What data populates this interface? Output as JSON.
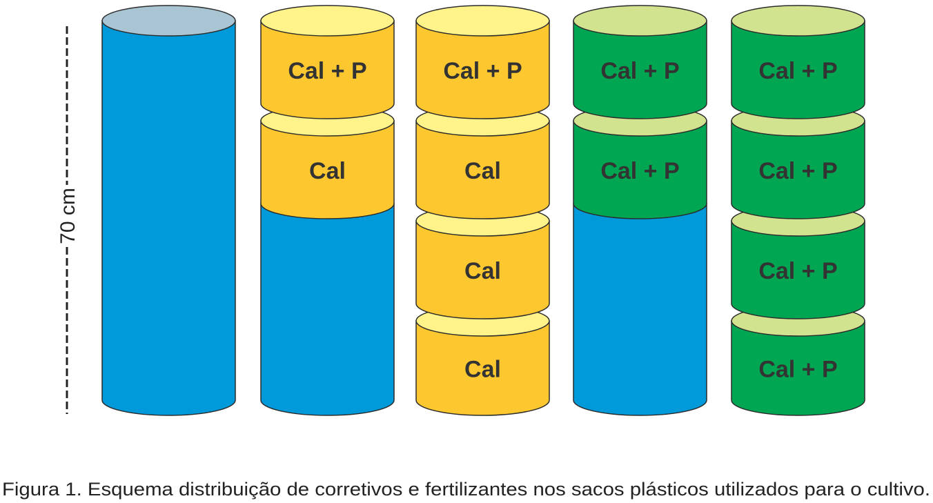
{
  "colors": {
    "blue": "#0099da",
    "blue_top": "#a9c4d3",
    "yellow": "#fdc82f",
    "yellow_top": "#fff38a",
    "green": "#00a651",
    "green_top": "#d1e38f",
    "outline": "#2b2b2b"
  },
  "scale": {
    "label": "70 cm"
  },
  "columns": [
    {
      "segments": [
        {
          "type": "blue",
          "label": null,
          "slots": 4
        }
      ]
    },
    {
      "segments": [
        {
          "type": "yellow",
          "label": "Cal + P"
        },
        {
          "type": "yellow",
          "label": "Cal"
        },
        {
          "type": "blue",
          "label": null,
          "slots": 2
        }
      ]
    },
    {
      "segments": [
        {
          "type": "yellow",
          "label": "Cal + P"
        },
        {
          "type": "yellow",
          "label": "Cal"
        },
        {
          "type": "yellow",
          "label": "Cal"
        },
        {
          "type": "yellow",
          "label": "Cal"
        }
      ]
    },
    {
      "segments": [
        {
          "type": "green",
          "label": "Cal + P"
        },
        {
          "type": "green",
          "label": "Cal + P"
        },
        {
          "type": "blue",
          "label": null,
          "slots": 2
        }
      ]
    },
    {
      "segments": [
        {
          "type": "green",
          "label": "Cal + P"
        },
        {
          "type": "green",
          "label": "Cal + P"
        },
        {
          "type": "green",
          "label": "Cal + P"
        },
        {
          "type": "green",
          "label": "Cal + P"
        }
      ]
    }
  ],
  "caption": "Figura 1. Esquema distribuição de corretivos e fertilizantes nos sacos plásticos utilizados para o cultivo."
}
